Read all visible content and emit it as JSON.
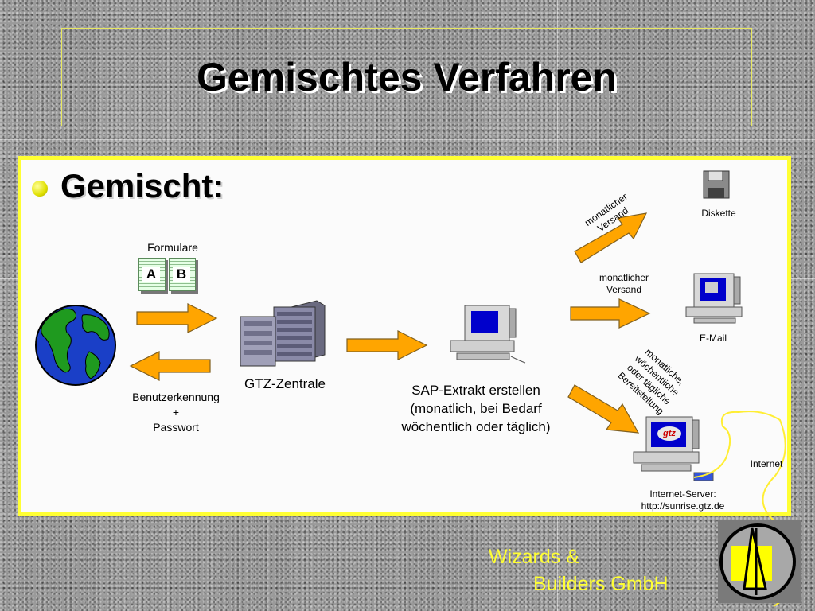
{
  "title": "Gemischtes Verfahren",
  "bullet": "Gemischt:",
  "forms": {
    "label": "Formulare",
    "card_a": "A",
    "card_b": "B"
  },
  "login": {
    "line1": "Benutzerkennung",
    "line2": "+",
    "line3": "Passwort"
  },
  "central": "GTZ-Zentrale",
  "sap": {
    "line1": "SAP-Extrakt erstellen",
    "line2": "(monatlich, bei Bedarf",
    "line3": "wöchentlich oder täglich)"
  },
  "disk": {
    "label": "Diskette",
    "arrow_line1": "monatlicher",
    "arrow_line2": "Versand"
  },
  "email": {
    "label": "E-Mail",
    "arrow_line1": "monatlicher",
    "arrow_line2": "Versand"
  },
  "internet_arrow": {
    "line1": "monatliche,",
    "line2": "wöchentliche",
    "line3": "oder tägliche",
    "line4": "Bereitstellung"
  },
  "server": {
    "line1": "Internet-Server:",
    "line2": "http://sunrise.gtz.de",
    "logo": "gtz"
  },
  "internet_label": "Internet",
  "footer": {
    "line1": "Wizards &",
    "line2": "Builders GmbH"
  },
  "colors": {
    "panel_border": "#ffff33",
    "arrow_fill": "#ffa500",
    "footer_text": "#ffff33",
    "screen_blue": "#0000cc",
    "globe_ocean": "#1a3fc7",
    "globe_land": "#1f9a1f"
  }
}
